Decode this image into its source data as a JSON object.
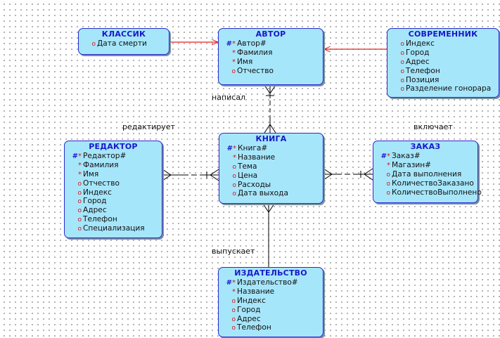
{
  "entities": {
    "classic": {
      "title": "КЛАССИК",
      "attrs": [
        {
          "mark": "o",
          "name": "Дата смерти"
        }
      ]
    },
    "author": {
      "title": "АВТОР",
      "attrs": [
        {
          "mark": "#*",
          "name": "Автор#"
        },
        {
          "mark": "*",
          "name": "Фамилия"
        },
        {
          "mark": "*",
          "name": "Имя"
        },
        {
          "mark": "o",
          "name": "Отчество"
        }
      ]
    },
    "contemporary": {
      "title": "СОВРЕМЕННИК",
      "attrs": [
        {
          "mark": "o",
          "name": "Индекс"
        },
        {
          "mark": "o",
          "name": "Город"
        },
        {
          "mark": "o",
          "name": "Адрес"
        },
        {
          "mark": "o",
          "name": "Телефон"
        },
        {
          "mark": "o",
          "name": "Позиция"
        },
        {
          "mark": "o",
          "name": "Разделение гонорара"
        }
      ]
    },
    "editor": {
      "title": "РЕДАКТОР",
      "attrs": [
        {
          "mark": "#*",
          "name": "Редактор#"
        },
        {
          "mark": "*",
          "name": "Фамилия"
        },
        {
          "mark": "*",
          "name": "Имя"
        },
        {
          "mark": "o",
          "name": "Отчество"
        },
        {
          "mark": "o",
          "name": "Индекс"
        },
        {
          "mark": "o",
          "name": "Город"
        },
        {
          "mark": "o",
          "name": "Адрес"
        },
        {
          "mark": "o",
          "name": "Телефон"
        },
        {
          "mark": "o",
          "name": "Специализация"
        }
      ]
    },
    "book": {
      "title": "КНИГА",
      "attrs": [
        {
          "mark": "#*",
          "name": "Книга#"
        },
        {
          "mark": "*",
          "name": "Название"
        },
        {
          "mark": "o",
          "name": "Тема"
        },
        {
          "mark": "o",
          "name": "Цена"
        },
        {
          "mark": "o",
          "name": "Расходы"
        },
        {
          "mark": "o",
          "name": "Дата выхода"
        }
      ]
    },
    "order": {
      "title": "ЗАКАЗ",
      "attrs": [
        {
          "mark": "#*",
          "name": "Заказ#"
        },
        {
          "mark": "*",
          "name": "Магазин#"
        },
        {
          "mark": "o",
          "name": "Дата выполнения"
        },
        {
          "mark": "o",
          "name": "КоличествоЗаказано"
        },
        {
          "mark": "o",
          "name": "КоличествоВыполнено"
        }
      ]
    },
    "publisher": {
      "title": "ИЗДАТЕЛЬСТВО",
      "attrs": [
        {
          "mark": "#*",
          "name": "Издательство#"
        },
        {
          "mark": "*",
          "name": "Название"
        },
        {
          "mark": "o",
          "name": "Индекс"
        },
        {
          "mark": "o",
          "name": "Город"
        },
        {
          "mark": "o",
          "name": "Адрес"
        },
        {
          "mark": "o",
          "name": "Телефон"
        }
      ]
    }
  },
  "relationships": {
    "wrote": "написал",
    "edits": "редактирует",
    "includes": "включает",
    "publishes": "выпускает"
  },
  "colors": {
    "entity_fill": "#a6e6fb",
    "entity_border": "#2a2ad0",
    "title_text": "#1818c8",
    "subtype_arrow": "#e02020",
    "relationship_line": "#000000"
  }
}
